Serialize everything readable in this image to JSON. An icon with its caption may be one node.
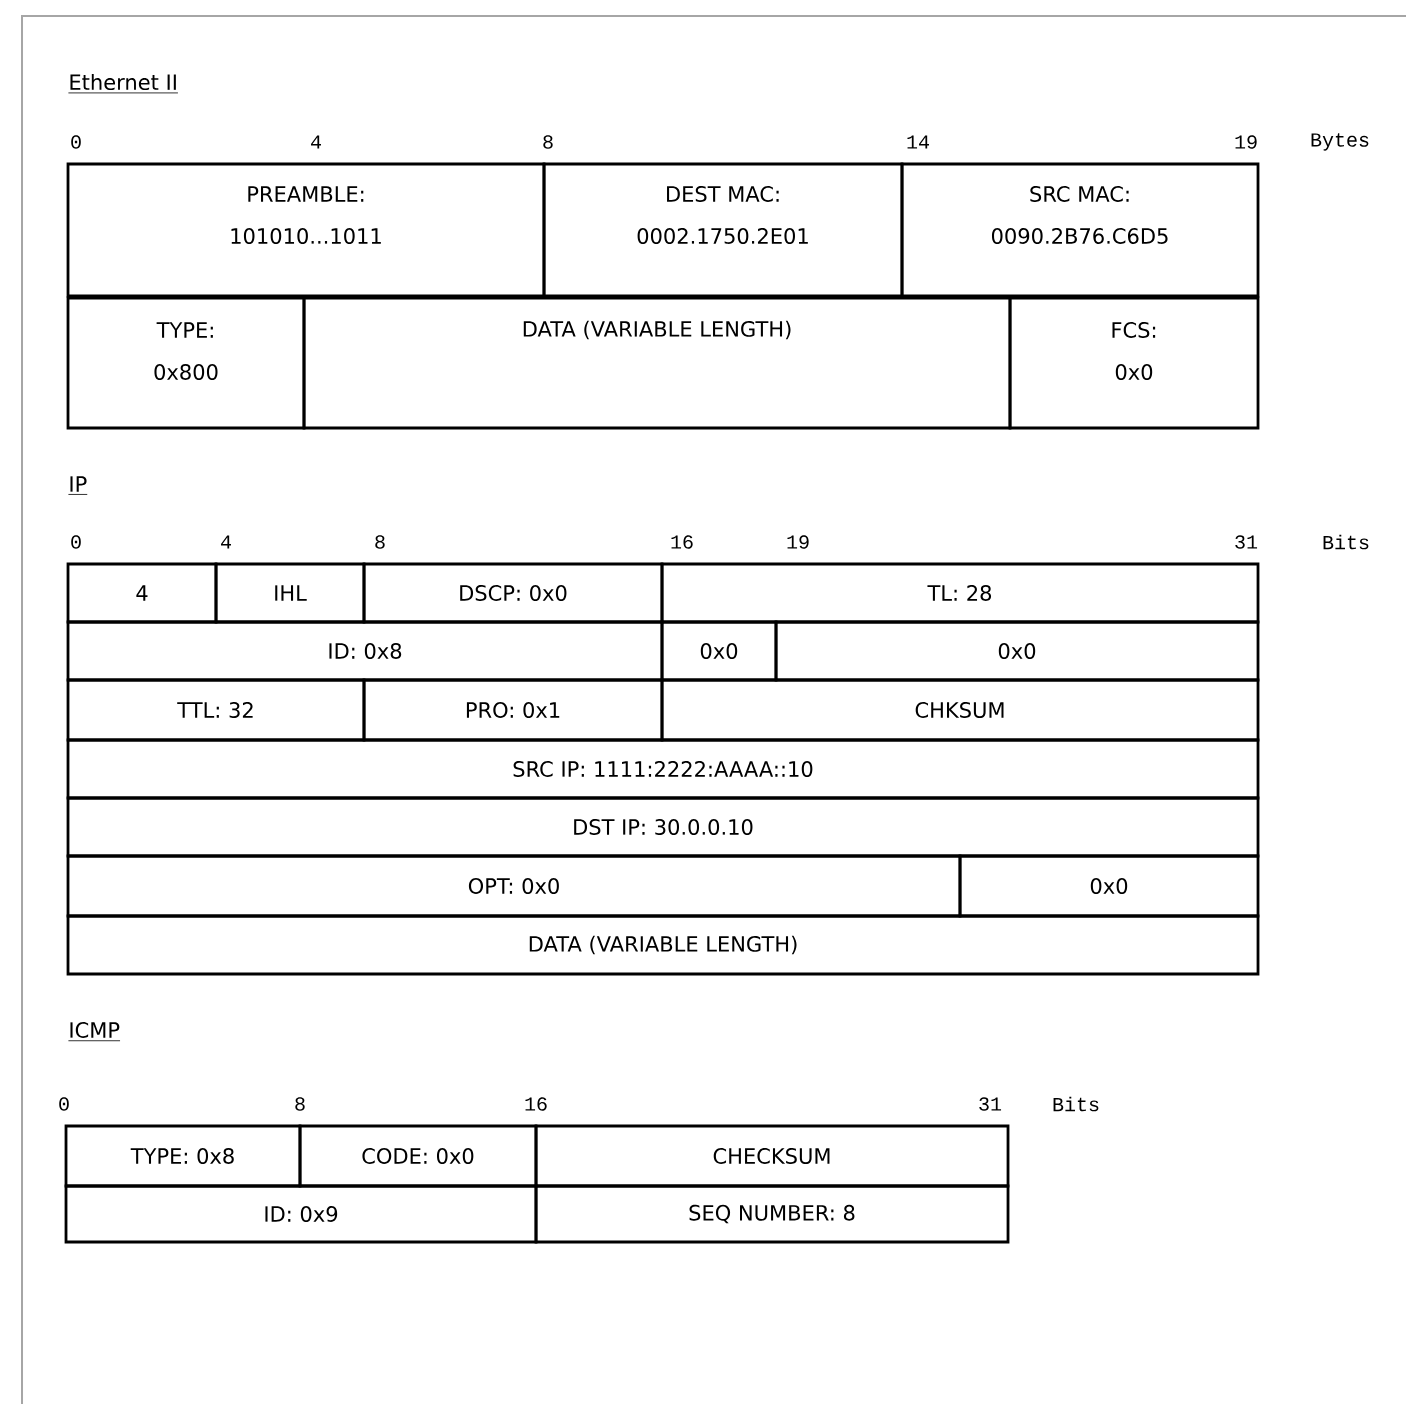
{
  "diagram": {
    "nodes": [
      {
        "text": [
          "PREAMBLE:",
          "101010...1011"
        ]
      },
      {
        "text": [
          "DEST MAC:",
          "0002.1750.2E01"
        ]
      },
      {
        "text": [
          "SRC MAC:",
          "0090.2B76.C6D5"
        ]
      },
      {
        "text": [
          "TYPE:",
          "0x800"
        ]
      },
      {
        "text": [
          "DATA (VARIABLE LENGTH)"
        ]
      },
      {
        "text": [
          "FCS:",
          "0x0"
        ]
      },
      {
        "text": [
          "4"
        ]
      },
      {
        "text": [
          "IHL"
        ]
      },
      {
        "text": [
          "DSCP: 0x0"
        ]
      },
      {
        "text": [
          "TL: 28"
        ]
      },
      {
        "text": [
          "ID: 0x8"
        ]
      },
      {
        "text": [
          "0x0"
        ]
      },
      {
        "text": [
          "0x0"
        ]
      },
      {
        "text": [
          "TTL: 32"
        ]
      },
      {
        "text": [
          "PRO: 0x1"
        ]
      },
      {
        "text": [
          "CHKSUM"
        ]
      },
      {
        "text": [
          "SRC IP: 1111:2222:AAAA::10"
        ]
      },
      {
        "text": [
          "DST IP: 30.0.0.10"
        ]
      },
      {
        "text": [
          "OPT: 0x0"
        ]
      },
      {
        "text": [
          "0x0"
        ]
      },
      {
        "text": [
          "DATA (VARIABLE LENGTH)"
        ]
      },
      {
        "text": [
          "TYPE: 0x8"
        ]
      },
      {
        "text": [
          "CODE: 0x0"
        ]
      },
      {
        "text": [
          "CHECKSUM"
        ]
      },
      {
        "text": [
          "ID: 0x9"
        ]
      },
      {
        "text": [
          "SEQ NUMBER: 8"
        ]
      }
    ],
    "labels": [
      "Ethernet II",
      "0",
      "4",
      "8",
      "14",
      "19",
      "Bytes",
      "IP",
      "0",
      "4",
      "8",
      "16",
      "19",
      "31",
      "Bits",
      "ICMP",
      "0",
      "8",
      "16",
      "31",
      "Bits"
    ]
  }
}
